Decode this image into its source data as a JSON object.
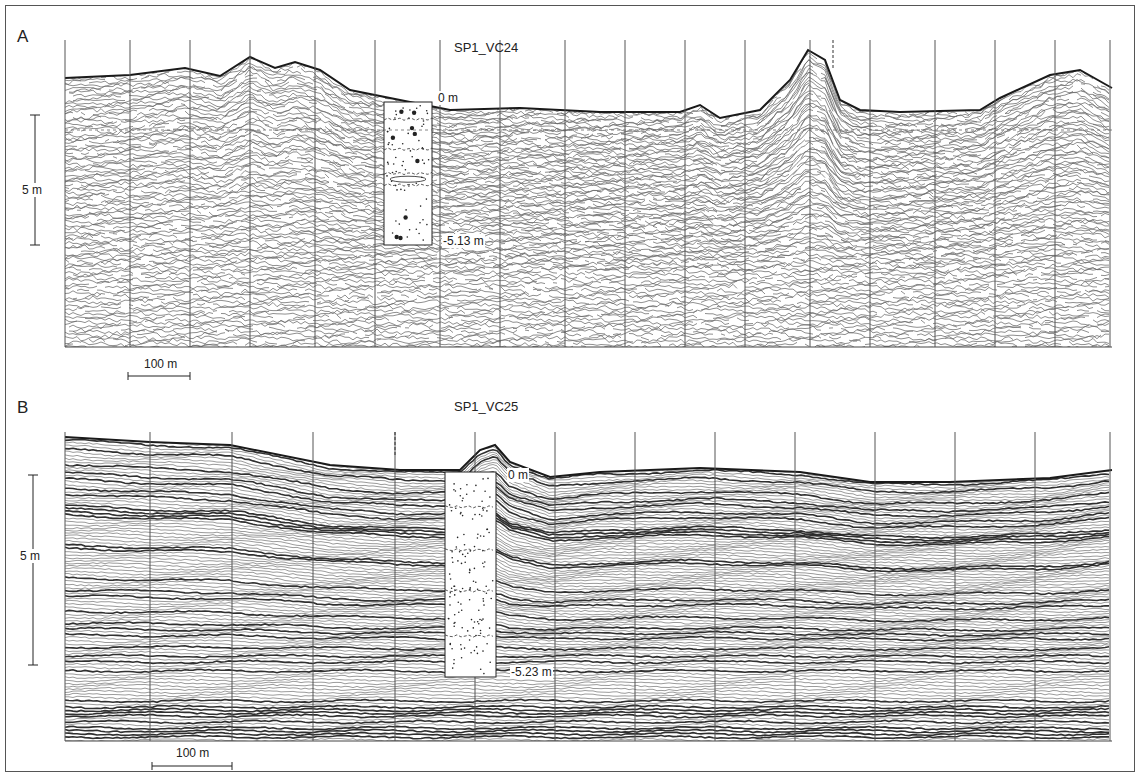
{
  "diagram": {
    "labels": [
      "A",
      "SP1_VC24",
      "0 m",
      "-5.13 m",
      "5 m",
      "100 m",
      "B",
      "SP1_VC25",
      "0 m",
      "-5.23 m",
      "5 m",
      "100 m"
    ]
  }
}
